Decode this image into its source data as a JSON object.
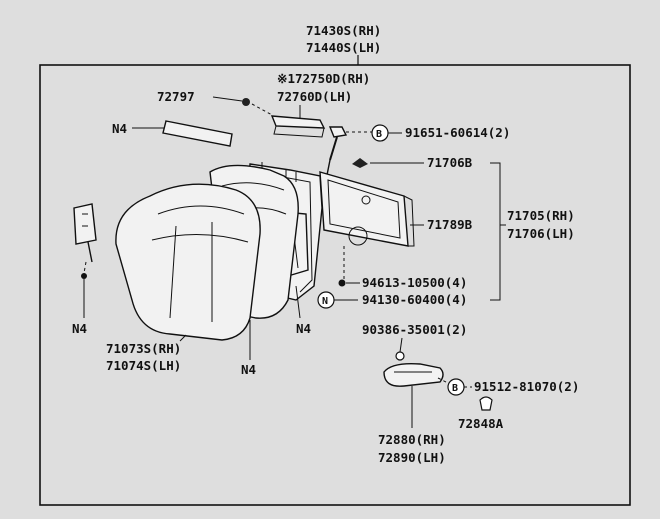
{
  "labels": {
    "assy_rh": "71430S(RH)",
    "assy_lh": "71440S(LH)",
    "star_rh": "※172750D(RH)",
    "hinge_lh": "72760D(LH)",
    "part_72797": "72797",
    "n4_top": "N4",
    "n4_left": "N4",
    "n4_center": "N4",
    "n4_bottom": "N4",
    "screw_91651": "91651-60614(2)",
    "part_71706b": "71706B",
    "part_71789b": "71789B",
    "part_71705_rh": "71705(RH)",
    "part_71706_lh": "71706(LH)",
    "clip_94613": "94613-10500(4)",
    "nut_94130": "94130-60400(4)",
    "cover_rh": "71073S(RH)",
    "cover_lh": "71074S(LH)",
    "clip_90386": "90386-35001(2)",
    "screw_91512": "91512-81070(2)",
    "part_72848a": "72848A",
    "handle_rh": "72880(RH)",
    "handle_lh": "72890(LH)"
  },
  "markers": {
    "b1": "B",
    "b2": "B",
    "n": "N"
  }
}
